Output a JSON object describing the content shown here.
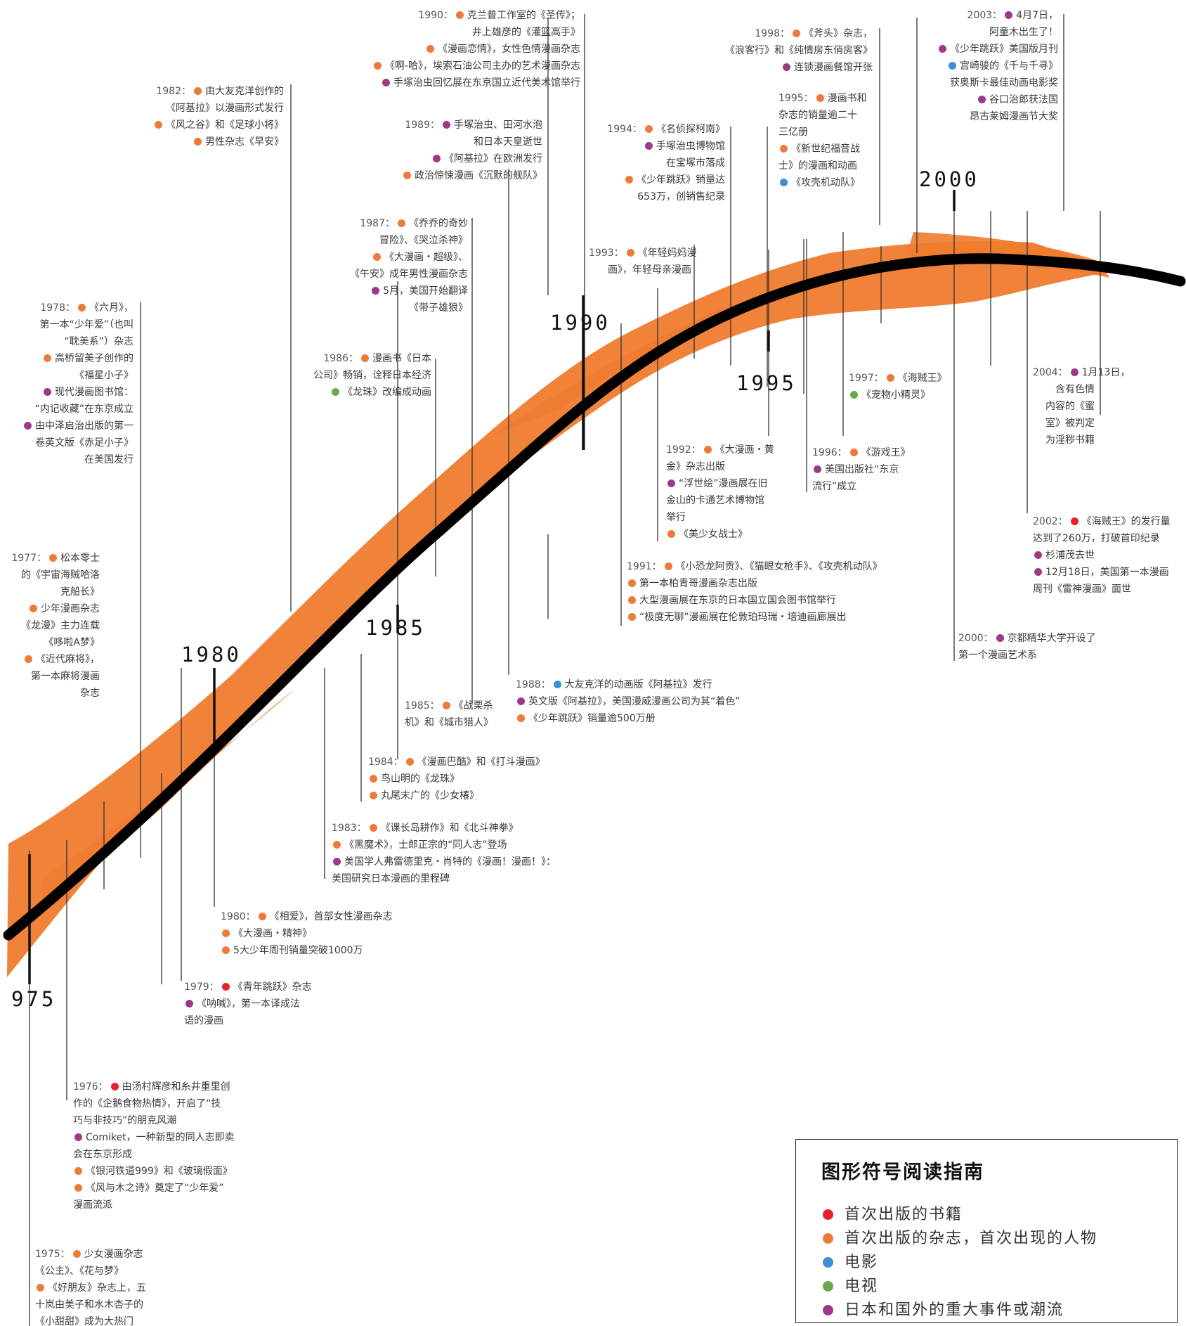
{
  "colors": {
    "book": "#e8202a",
    "magazine_character": "#ee7a3a",
    "movie": "#3a8fd6",
    "tv": "#6aa84f",
    "event": "#9c3a8a",
    "ribbon": "#ef7b2e",
    "curve": "#000000"
  },
  "year_markers": [
    "975",
    "1980",
    "1985",
    "1990",
    "1995",
    "2000"
  ],
  "legend": {
    "title": "图形符号阅读指南",
    "items": [
      {
        "color": "book",
        "label": "首次出版的书籍"
      },
      {
        "color": "magazine_character",
        "label": "首次出版的杂志，首次出现的人物"
      },
      {
        "color": "movie",
        "label": "电影"
      },
      {
        "color": "tv",
        "label": "电视"
      },
      {
        "color": "event",
        "label": "日本和国外的重大事件或潮流"
      }
    ]
  },
  "events": [
    {
      "year": "1975",
      "lines": [
        {
          "color": "magazine_character",
          "text": "少女漫画杂志"
        },
        {
          "text": "《公主》、《花与梦》"
        },
        {
          "color": "magazine_character",
          "text": "《好朋友》杂志上，五"
        },
        {
          "text": "十岚由美子和水木杏子的"
        },
        {
          "text": "《小甜甜》成为大热门"
        }
      ]
    },
    {
      "year": "1976",
      "lines": [
        {
          "color": "book",
          "text": "由汤村辉彦和糸井重里创"
        },
        {
          "text": "作的《企鹅食物热情》，开启了“技"
        },
        {
          "text": "巧与非技巧”的朋克风潮"
        },
        {
          "color": "event",
          "text": "Comiket，一种新型的同人志即卖"
        },
        {
          "text": "会在东京形成"
        },
        {
          "color": "magazine_character",
          "text": "《银河铁道999》和《玻璃假面》"
        },
        {
          "color": "magazine_character",
          "text": "《风与木之诗》奠定了“少年爱”"
        },
        {
          "text": "漫画流派"
        }
      ]
    },
    {
      "year": "1977",
      "lines": [
        {
          "color": "magazine_character",
          "text": "松本零士"
        },
        {
          "text": "的《宇宙海贼哈洛"
        },
        {
          "text": "克船长》"
        },
        {
          "color": "magazine_character",
          "text": "少年漫画杂志"
        },
        {
          "text": "《龙漫》主力连载"
        },
        {
          "text": "《哆啦A梦》"
        },
        {
          "color": "magazine_character",
          "text": "《近代麻将》，"
        },
        {
          "text": "第一本麻将漫画"
        },
        {
          "text": "杂志"
        }
      ]
    },
    {
      "year": "1978",
      "lines": [
        {
          "color": "magazine_character",
          "text": "《六月》，"
        },
        {
          "text": "第一本“少年爱”（也叫"
        },
        {
          "text": "“耽美系”）杂志"
        },
        {
          "color": "magazine_character",
          "text": "高桥留美子创作的"
        },
        {
          "text": "《福星小子》"
        },
        {
          "color": "event",
          "text": "现代漫画图书馆："
        },
        {
          "text": "“内记收藏”在东京成立"
        },
        {
          "color": "event",
          "text": "由中泽启治出版的第一"
        },
        {
          "text": "卷英文版《赤足小子》"
        },
        {
          "text": "在美国发行"
        }
      ]
    },
    {
      "year": "1979",
      "lines": [
        {
          "color": "book",
          "text": "《青年跳跃》杂志"
        },
        {
          "color": "event",
          "text": "《呐喊》，第一本译成法"
        },
        {
          "text": "语的漫画"
        }
      ]
    },
    {
      "year": "1980",
      "lines": [
        {
          "color": "magazine_character",
          "text": "《相爱》，首部女性漫画杂志"
        },
        {
          "color": "magazine_character",
          "text": "《大漫画・精神》"
        },
        {
          "color": "magazine_character",
          "text": "5大少年周刊销量突破1000万"
        }
      ]
    },
    {
      "year": "1982",
      "lines": [
        {
          "color": "magazine_character",
          "text": "由大友克洋创作的"
        },
        {
          "text": "《阿基拉》以漫画形式发行"
        },
        {
          "color": "magazine_character",
          "text": "《风之谷》和《足球小将》"
        },
        {
          "color": "magazine_character",
          "text": "男性杂志《早安》"
        }
      ]
    },
    {
      "year": "1983",
      "lines": [
        {
          "color": "magazine_character",
          "text": "《课长岛耕作》和《北斗神拳》"
        },
        {
          "color": "magazine_character",
          "text": "《黑魔术》，士郎正宗的“同人志”登场"
        },
        {
          "color": "event",
          "text": "美国学人弗雷德里克・肖特的《漫画！漫画！》："
        },
        {
          "text": "美国研究日本漫画的里程碑"
        }
      ]
    },
    {
      "year": "1984",
      "lines": [
        {
          "color": "magazine_character",
          "text": "《漫画巴酷》和《打斗漫画》"
        },
        {
          "color": "magazine_character",
          "text": "鸟山明的《龙珠》"
        },
        {
          "color": "magazine_character",
          "text": "丸尾末广的《少女椿》"
        }
      ]
    },
    {
      "year": "1985",
      "lines": [
        {
          "color": "magazine_character",
          "text": "《战栗杀"
        },
        {
          "text": "机》和《城市猎人》"
        }
      ]
    },
    {
      "year": "1986",
      "lines": [
        {
          "color": "magazine_character",
          "text": "漫画书《日本"
        },
        {
          "text": "公司》畅销，诠释日本经济"
        },
        {
          "color": "tv",
          "text": "《龙珠》改编成动画"
        }
      ]
    },
    {
      "year": "1987",
      "lines": [
        {
          "color": "magazine_character",
          "text": "《乔乔的奇妙"
        },
        {
          "text": "冒险》、《哭泣杀神》"
        },
        {
          "color": "magazine_character",
          "text": "《大漫画・超级》、"
        },
        {
          "text": "《午安》成年男性漫画杂志"
        },
        {
          "color": "event",
          "text": "5月，美国开始翻译"
        },
        {
          "text": "《带子雄狼》"
        }
      ]
    },
    {
      "year": "1988",
      "lines": [
        {
          "color": "movie",
          "text": "大友克洋的动画版《阿基拉》发行"
        },
        {
          "color": "event",
          "text": "英文版《阿基拉》，美国漫威漫画公司为其“着色”"
        },
        {
          "color": "magazine_character",
          "text": "《少年跳跃》销量逾500万册"
        }
      ]
    },
    {
      "year": "1989",
      "lines": [
        {
          "color": "event",
          "text": "手塚治虫、田河水泡"
        },
        {
          "text": "和日本天皇逝世"
        },
        {
          "color": "event",
          "text": "《阿基拉》在欧洲发行"
        },
        {
          "color": "magazine_character",
          "text": "政治惊悚漫画《沉默的舰队》"
        }
      ]
    },
    {
      "year": "1990",
      "lines": [
        {
          "color": "magazine_character",
          "text": "克兰普工作室的《圣传》；"
        },
        {
          "text": "井上雄彦的《灌篮高手》"
        },
        {
          "color": "magazine_character",
          "text": "《漫画恋情》，女性色情漫画杂志"
        },
        {
          "color": "magazine_character",
          "text": "《啊-哈》，埃索石油公司主办的艺术漫画杂志"
        },
        {
          "color": "event",
          "text": "手塚治虫回忆展在东京国立近代美术馆举行"
        }
      ]
    },
    {
      "year": "1991",
      "lines": [
        {
          "color": "magazine_character",
          "text": "《小恐龙阿贡》、《猫眼女枪手》、《攻壳机动队》"
        },
        {
          "color": "magazine_character",
          "text": "第一本柏青哥漫画杂志出版"
        },
        {
          "color": "magazine_character",
          "text": "大型漫画展在东京的日本国立国会图书馆举行"
        },
        {
          "color": "magazine_character",
          "text": "“极度无聊”漫画展在伦敦珀玛瑞・培迪画廊展出"
        }
      ]
    },
    {
      "year": "1992",
      "lines": [
        {
          "color": "magazine_character",
          "text": "《大漫画・黄"
        },
        {
          "text": "金》杂志出版"
        },
        {
          "color": "event",
          "text": "“浮世绘”漫画展在旧"
        },
        {
          "text": "金山的卡通艺术博物馆"
        },
        {
          "text": "举行"
        },
        {
          "color": "magazine_character",
          "text": "《美少女战士》"
        }
      ]
    },
    {
      "year": "1993",
      "lines": [
        {
          "color": "magazine_character",
          "text": "《年轻妈妈漫"
        },
        {
          "text": "画》，年轻母亲漫画"
        }
      ]
    },
    {
      "year": "1994",
      "lines": [
        {
          "color": "magazine_character",
          "text": "《名侦探柯南》"
        },
        {
          "color": "event",
          "text": "手塚治虫博物馆"
        },
        {
          "text": "在宝塚市落成"
        },
        {
          "color": "magazine_character",
          "text": "《少年跳跃》销量达"
        },
        {
          "text": "653万，创销售纪录"
        }
      ]
    },
    {
      "year": "1995",
      "lines": [
        {
          "color": "magazine_character",
          "text": "漫画书和"
        },
        {
          "text": "杂志的销量逾二十"
        },
        {
          "text": "三亿册"
        },
        {
          "color": "magazine_character",
          "text": "《新世纪福音战"
        },
        {
          "text": "士》的漫画和动画"
        },
        {
          "color": "movie",
          "text": "《攻壳机动队》"
        }
      ]
    },
    {
      "year": "1996",
      "lines": [
        {
          "color": "magazine_character",
          "text": "《游戏王》"
        },
        {
          "color": "event",
          "text": "美国出版社“东京"
        },
        {
          "text": "流行”成立"
        }
      ]
    },
    {
      "year": "1997",
      "lines": [
        {
          "color": "magazine_character",
          "text": "《海贼王》"
        },
        {
          "color": "tv",
          "text": "《宠物小精灵》"
        }
      ]
    },
    {
      "year": "1998",
      "lines": [
        {
          "color": "magazine_character",
          "text": "《斧头》杂志，"
        },
        {
          "text": "《浪客行》和《纯情房东俏房客》"
        },
        {
          "color": "event",
          "text": "连锁漫画餐馆开张"
        }
      ]
    },
    {
      "year": "2000",
      "lines": [
        {
          "color": "event",
          "text": "京都精华大学开设了"
        },
        {
          "text": "第一个漫画艺术系"
        }
      ]
    },
    {
      "year": "2002",
      "lines": [
        {
          "color": "book",
          "text": "《海贼王》的发行量"
        },
        {
          "text": "达到了260万，打破首印纪录"
        },
        {
          "color": "event",
          "text": "杉浦茂去世"
        },
        {
          "color": "event",
          "text": "12月18日，美国第一本漫画"
        },
        {
          "text": "周刊《雷神漫画》面世"
        }
      ]
    },
    {
      "year": "2003",
      "lines": [
        {
          "color": "event",
          "text": "4月7日，"
        },
        {
          "text": "阿童木出生了！"
        },
        {
          "color": "event",
          "text": "《少年跳跃》美国版月刊"
        },
        {
          "color": "movie",
          "text": "宫崎骏的《千与千寻》"
        },
        {
          "text": "获奥斯卡最佳动画电影奖"
        },
        {
          "color": "event",
          "text": "谷口治郎获法国"
        },
        {
          "text": "昂古莱姆漫画节大奖"
        }
      ]
    },
    {
      "year": "2004",
      "lines": [
        {
          "color": "event",
          "text": "1月13日，"
        },
        {
          "text": "含有色情"
        },
        {
          "text": "内容的《蜜"
        },
        {
          "text": "室》被判定"
        },
        {
          "text": "为淫秽书籍"
        }
      ]
    }
  ]
}
